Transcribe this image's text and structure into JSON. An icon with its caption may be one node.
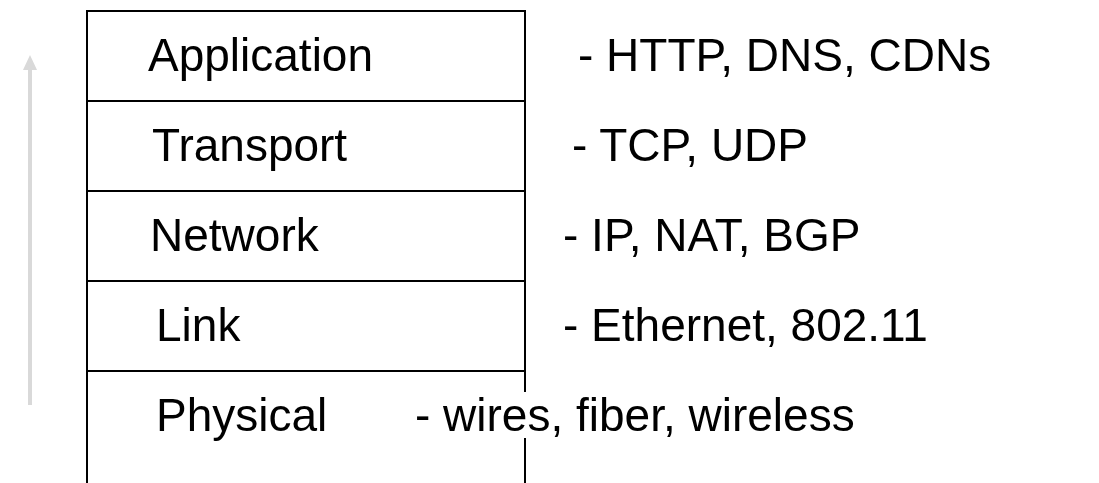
{
  "diagram": {
    "nodes": [
      {
        "text": [
          "Application"
        ],
        "beside": [
          "- HTTP, DNS, CDNs"
        ]
      },
      {
        "text": [
          "Transport"
        ],
        "beside": [
          "- TCP, UDP"
        ]
      },
      {
        "text": [
          "Network"
        ],
        "beside": [
          "- IP, NAT, BGP"
        ]
      },
      {
        "text": [
          "Link"
        ],
        "beside": [
          "- Ethernet, 802.11"
        ]
      },
      {
        "text": [
          "Physical"
        ],
        "beside": [
          "- wires, fiber, wireless"
        ]
      }
    ]
  }
}
